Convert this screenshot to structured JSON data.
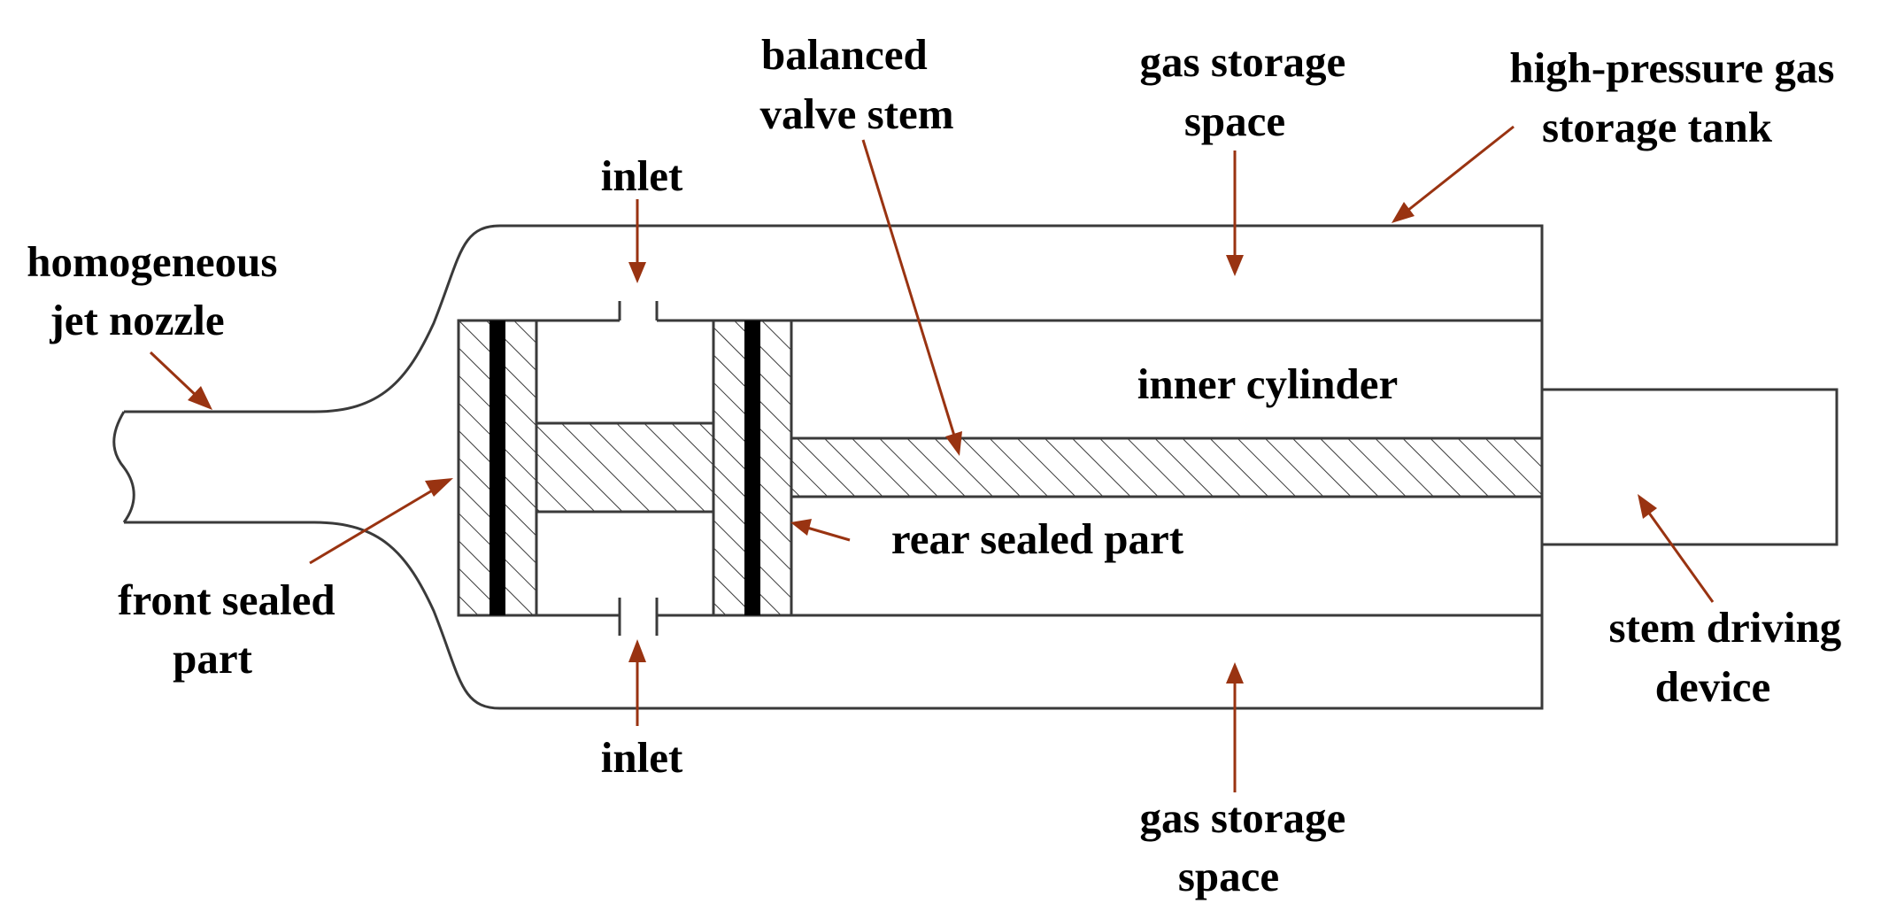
{
  "colors": {
    "annotation_arrow": "#993311",
    "outline": "#3a3a3a",
    "label_text": "#000000",
    "seal_band": "#000000",
    "background": "#ffffff"
  },
  "labels": {
    "homogeneous_jet_nozzle": [
      "homogeneous",
      "jet nozzle"
    ],
    "front_sealed_part": [
      "front sealed",
      "part"
    ],
    "inlet_top": [
      "inlet"
    ],
    "inlet_bottom": [
      "inlet"
    ],
    "balanced_valve_stem": [
      "balanced",
      "valve stem"
    ],
    "gas_storage_space_top": [
      "gas storage",
      "space"
    ],
    "gas_storage_space_bottom": [
      "gas storage",
      "space"
    ],
    "high_pressure_gas_storage_tank": [
      "high-pressure gas",
      "storage tank"
    ],
    "inner_cylinder": [
      "inner cylinder"
    ],
    "rear_sealed_part": [
      "rear sealed part"
    ],
    "stem_driving_device": [
      "stem driving",
      "device"
    ]
  }
}
